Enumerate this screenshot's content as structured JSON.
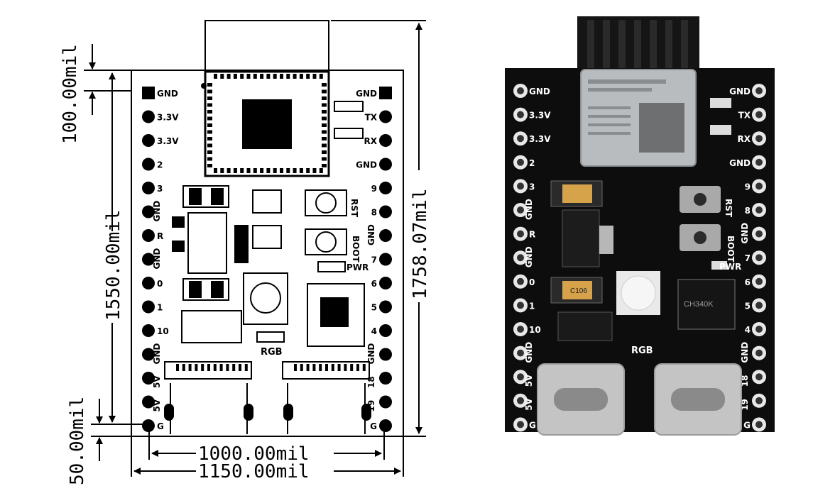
{
  "dimensions": {
    "top_clearance": "100.00mil",
    "board_height": "1550.00mil",
    "total_height": "1758.07mil",
    "bottom_offset": "50.00mil",
    "pin_span": "1000.00mil",
    "board_width": "1150.00mil"
  },
  "left_pins": [
    "GND",
    "3.3V",
    "3.3V",
    "2",
    "3",
    "GND",
    "R",
    "GND",
    "0",
    "1",
    "10",
    "GND",
    "5V",
    "5V",
    "G"
  ],
  "right_pins": [
    "GND",
    "TX",
    "RX",
    "GND",
    "9",
    "8",
    "GND",
    "7",
    "6",
    "5",
    "4",
    "GND",
    "18",
    "19",
    "G"
  ],
  "board_labels": {
    "rst": "RST",
    "boot": "BOOT",
    "pwr": "PWR",
    "rgb": "RGB",
    "gnd_side": "GND",
    "capacitor": "C106",
    "bridge_chip": "CH340K"
  },
  "colors": {
    "silkscreen": "#000000",
    "pcb": "#0d0d0d",
    "photo_silk": "#ffffff",
    "module": "#b9bcbe"
  }
}
